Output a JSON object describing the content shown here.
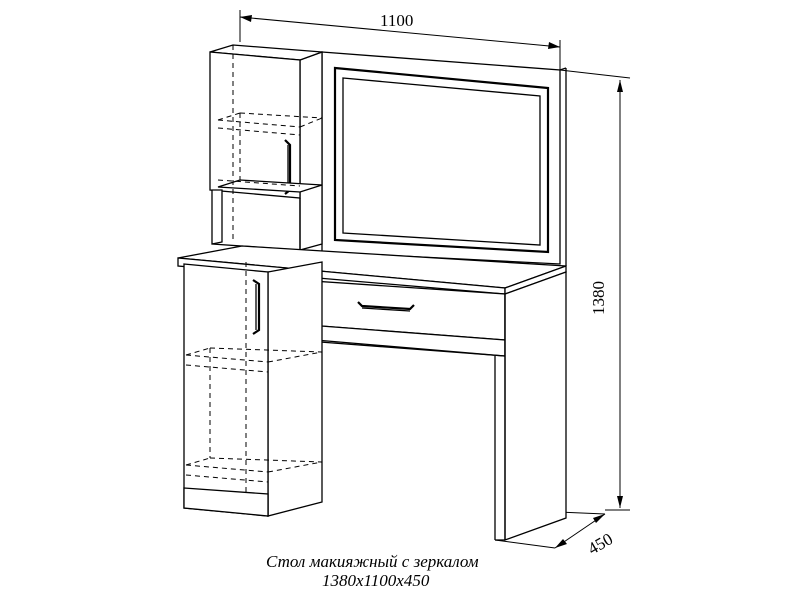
{
  "dimensions": {
    "width": "1100",
    "height": "1380",
    "depth": "450"
  },
  "caption": {
    "title": "Стол макияжный с зеркалом",
    "size": "1380x1100x450"
  }
}
